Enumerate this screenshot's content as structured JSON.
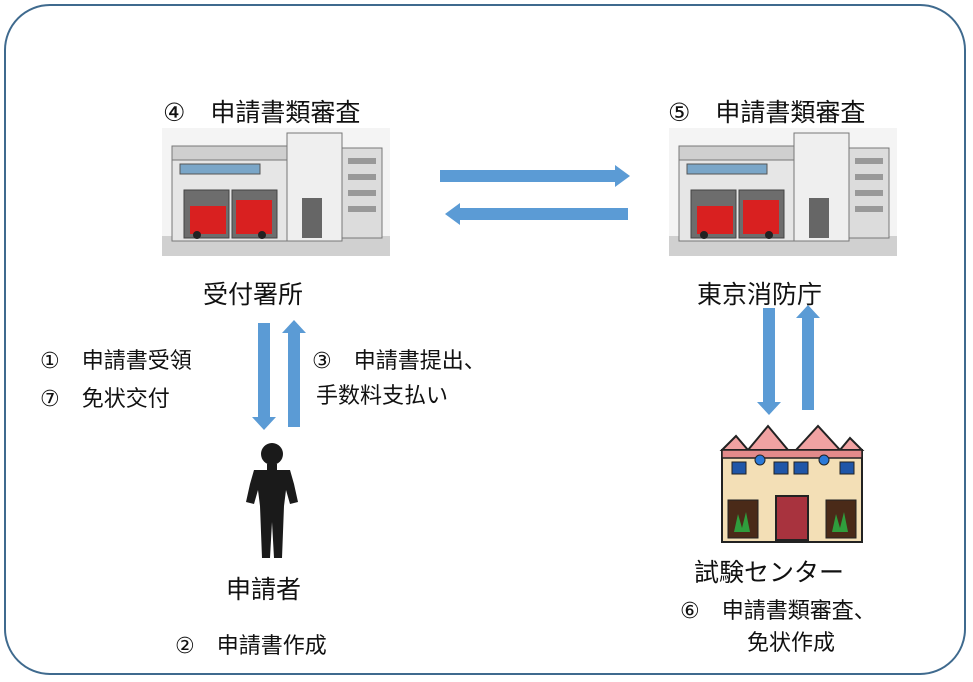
{
  "nodes": {
    "reception": {
      "name": "受付署所",
      "step": "④　申請書類審査"
    },
    "tfd": {
      "name": "東京消防庁",
      "step": "⑤　申請書類審査"
    },
    "applicant": {
      "name": "申請者",
      "step": "②　申請書作成"
    },
    "test_center": {
      "name": "試験センター",
      "step_line1": "⑥　申請書類審査、",
      "step_line2": "免状作成"
    }
  },
  "flows": {
    "to_applicant_line1": "①　申請書受領",
    "to_applicant_line2": "⑦　免状交付",
    "to_reception_line1": "③　申請書提出、",
    "to_reception_line2": "手数料支払い"
  },
  "colors": {
    "arrow": "#5b9bd5",
    "border": "#3f6a8e"
  }
}
